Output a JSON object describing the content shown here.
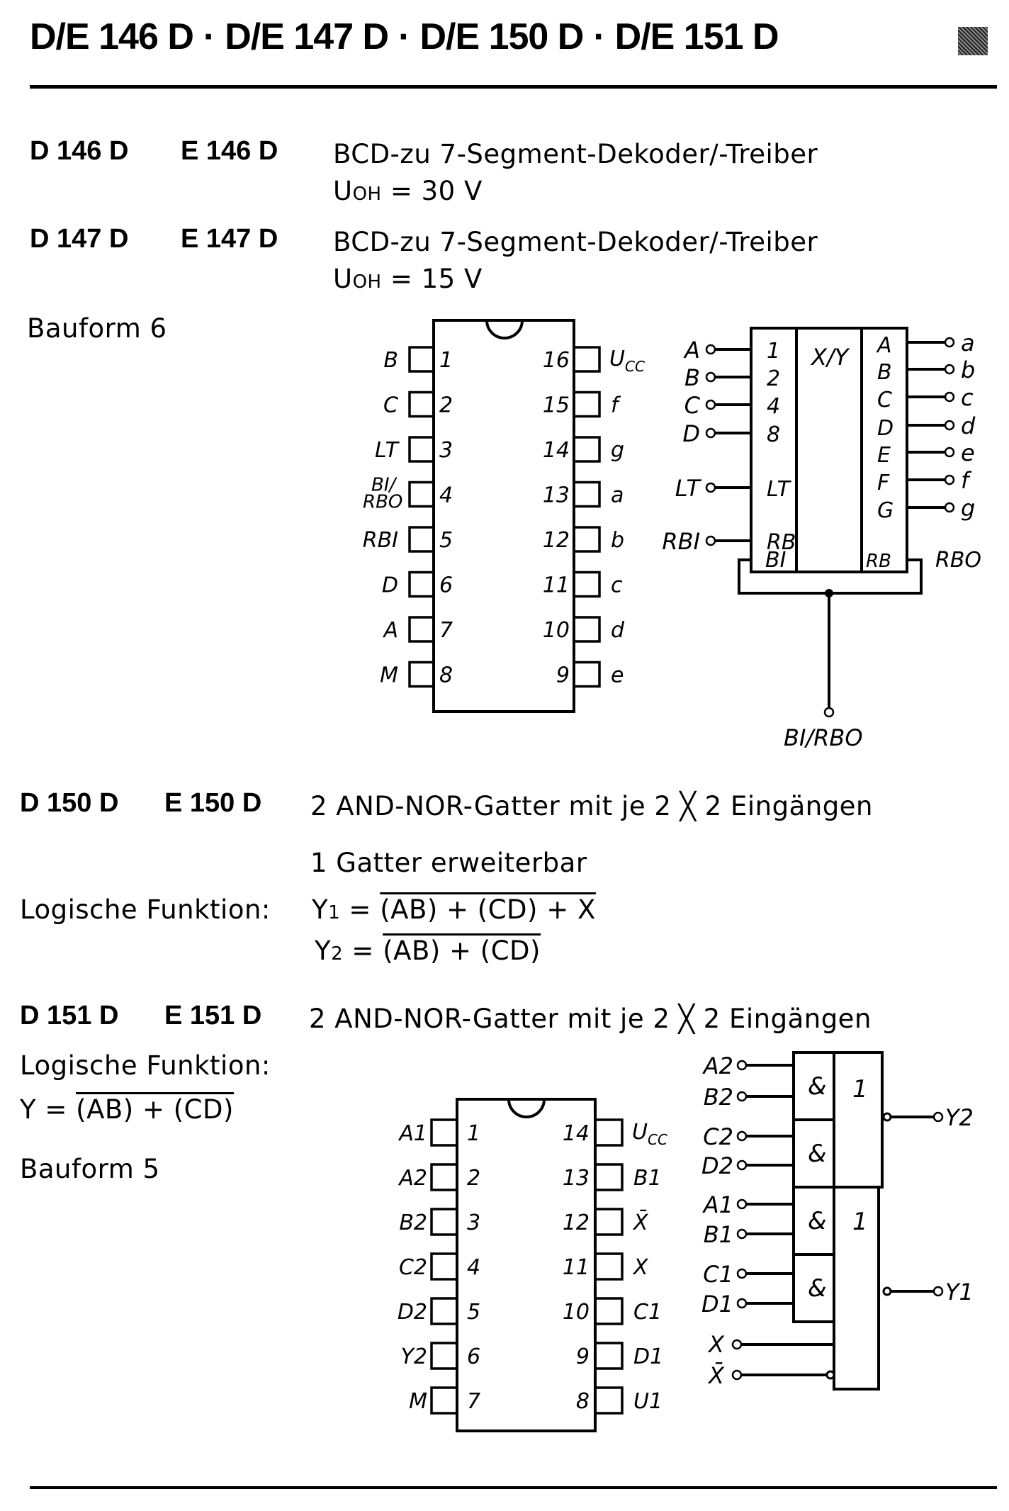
{
  "header": {
    "title_parts": [
      "D/E 146 D",
      "D/E 147 D",
      "D/E 150 D",
      "D/E 151 D"
    ],
    "separator": "·"
  },
  "sections": {
    "d146": {
      "code_d": "D 146 D",
      "code_e": "E 146 D",
      "description": "BCD-zu 7-Segment-Dekoder/-Treiber",
      "voltage_label": "U",
      "voltage_sub": "OH",
      "voltage_value": "= 30 V"
    },
    "d147": {
      "code_d": "D 147 D",
      "code_e": "E 147 D",
      "description": "BCD-zu 7-Segment-Dekoder/-Treiber",
      "voltage_label": "U",
      "voltage_sub": "OH",
      "voltage_value": "= 15 V",
      "package": "Bauform 6"
    },
    "d150": {
      "code_d": "D 150 D",
      "code_e": "E 150 D",
      "description": "2 AND-NOR-Gatter mit je 2 ╳ 2 Eingängen",
      "note": "1 Gatter erweiterbar",
      "function_label": "Logische Funktion:",
      "y1_lhs": "Y",
      "y1_sub": "1",
      "y1_eq": "=",
      "y1_rhs": "(AB) + (CD) + X",
      "y2_lhs": "Y",
      "y2_sub": "2",
      "y2_eq": "=",
      "y2_rhs": "(AB) + (CD)"
    },
    "d151": {
      "code_d": "D 151 D",
      "code_e": "E 151 D",
      "description": "2 AND-NOR-Gatter mit je 2 ╳ 2 Eingängen",
      "function_label": "Logische Funktion:",
      "y_lhs": "Y =",
      "y_rhs": "(AB) + (CD)",
      "package": "Bauform 5"
    }
  },
  "pinout16": {
    "left": [
      {
        "pin": "1",
        "name": "B"
      },
      {
        "pin": "2",
        "name": "C"
      },
      {
        "pin": "3",
        "name": "LT"
      },
      {
        "pin": "4",
        "name": "BI/RBO"
      },
      {
        "pin": "5",
        "name": "RBI"
      },
      {
        "pin": "6",
        "name": "D"
      },
      {
        "pin": "7",
        "name": "A"
      },
      {
        "pin": "8",
        "name": "M"
      }
    ],
    "right": [
      {
        "pin": "16",
        "name": "Ucc"
      },
      {
        "pin": "15",
        "name": "f"
      },
      {
        "pin": "14",
        "name": "g"
      },
      {
        "pin": "13",
        "name": "a"
      },
      {
        "pin": "12",
        "name": "b"
      },
      {
        "pin": "11",
        "name": "c"
      },
      {
        "pin": "10",
        "name": "d"
      },
      {
        "pin": "9",
        "name": "e"
      }
    ]
  },
  "decoder_symbol": {
    "inputs": [
      {
        "ext": "A",
        "int": "1"
      },
      {
        "ext": "B",
        "int": "2"
      },
      {
        "ext": "C",
        "int": "4"
      },
      {
        "ext": "D",
        "int": "8"
      },
      {
        "ext": "LT",
        "int": "LT"
      },
      {
        "ext": "RBI",
        "int": "RB"
      }
    ],
    "bi_label": "BI",
    "center_label": "X/Y",
    "outputs": [
      {
        "int": "A",
        "ext": "a"
      },
      {
        "int": "B",
        "ext": "b"
      },
      {
        "int": "C",
        "ext": "c"
      },
      {
        "int": "D",
        "ext": "d"
      },
      {
        "int": "E",
        "ext": "e"
      },
      {
        "int": "F",
        "ext": "f"
      },
      {
        "int": "G",
        "ext": "g"
      }
    ],
    "rb_out_label": "RB",
    "rbo_label": "RBO",
    "bottom_label": "BI/RBO"
  },
  "pinout14": {
    "left": [
      {
        "pin": "1",
        "name": "A1"
      },
      {
        "pin": "2",
        "name": "A2"
      },
      {
        "pin": "3",
        "name": "B2"
      },
      {
        "pin": "4",
        "name": "C2"
      },
      {
        "pin": "5",
        "name": "D2"
      },
      {
        "pin": "6",
        "name": "Y2"
      },
      {
        "pin": "7",
        "name": "M"
      }
    ],
    "right": [
      {
        "pin": "14",
        "name": "Ucc"
      },
      {
        "pin": "13",
        "name": "B1"
      },
      {
        "pin": "12",
        "name": "X̄"
      },
      {
        "pin": "11",
        "name": "X"
      },
      {
        "pin": "10",
        "name": "C1"
      },
      {
        "pin": "9",
        "name": "D1"
      },
      {
        "pin": "8",
        "name": "U1"
      }
    ]
  },
  "gate_symbol": {
    "inputs": [
      "A2",
      "B2",
      "C2",
      "D2",
      "A1",
      "B1",
      "C1",
      "D1",
      "X",
      "X̄"
    ],
    "and_label": "&",
    "or_label": "1",
    "outputs": [
      "Y2",
      "Y1"
    ]
  }
}
